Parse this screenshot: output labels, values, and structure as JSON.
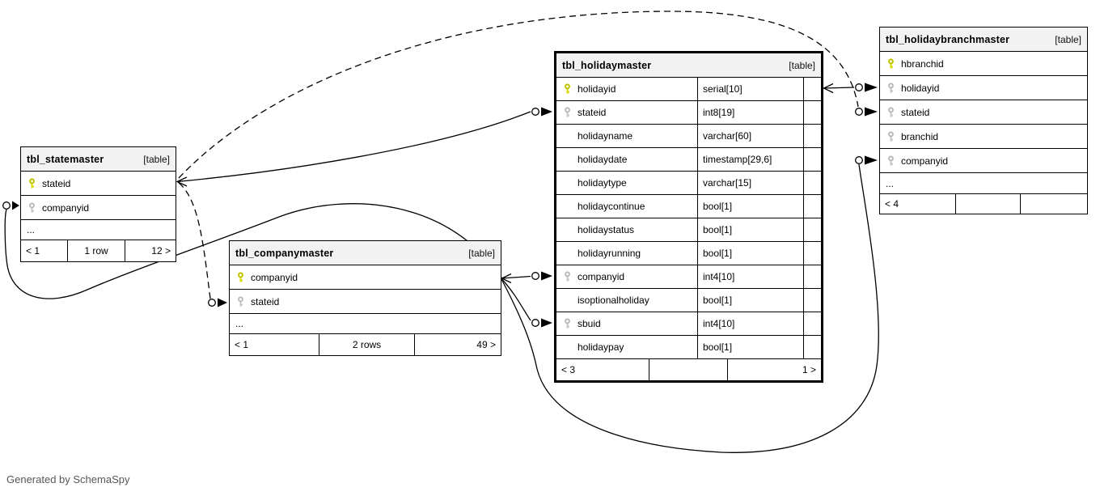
{
  "note": "Generated by SchemaSpy",
  "colors": {
    "pk_key": "#d9d900",
    "pk_key_dark": "#9a9a00",
    "fk_key": "#c6c6c6",
    "fk_key_dark": "#a8a8a8",
    "header_bg": "#f2f2f2",
    "line": "#000000"
  },
  "tables": [
    {
      "title": "tbl_statemaster",
      "tag": "[table]",
      "columns": [
        {
          "name": "stateid",
          "key": "pk"
        },
        {
          "name": "companyid",
          "key": "fk"
        }
      ],
      "ellipsis": "...",
      "footer": {
        "left": "< 1",
        "center": "1 row",
        "right": "12 >"
      }
    },
    {
      "title": "tbl_companymaster",
      "tag": "[table]",
      "columns": [
        {
          "name": "companyid",
          "key": "pk"
        },
        {
          "name": "stateid",
          "key": "fk"
        }
      ],
      "ellipsis": "...",
      "footer": {
        "left": "< 1",
        "center": "2 rows",
        "right": "49 >"
      }
    },
    {
      "title": "tbl_holidaymaster",
      "tag": "[table]",
      "columns": [
        {
          "name": "holidayid",
          "key": "pk",
          "type": "serial[10]"
        },
        {
          "name": "stateid",
          "key": "fk",
          "type": "int8[19]"
        },
        {
          "name": "holidayname",
          "key": "",
          "type": "varchar[60]"
        },
        {
          "name": "holidaydate",
          "key": "",
          "type": "timestamp[29,6]"
        },
        {
          "name": "holidaytype",
          "key": "",
          "type": "varchar[15]"
        },
        {
          "name": "holidaycontinue",
          "key": "",
          "type": "bool[1]"
        },
        {
          "name": "holidaystatus",
          "key": "",
          "type": "bool[1]"
        },
        {
          "name": "holidayrunning",
          "key": "",
          "type": "bool[1]"
        },
        {
          "name": "companyid",
          "key": "fk",
          "type": "int4[10]"
        },
        {
          "name": "isoptionalholiday",
          "key": "",
          "type": "bool[1]"
        },
        {
          "name": "sbuid",
          "key": "fk",
          "type": "int4[10]"
        },
        {
          "name": "holidaypay",
          "key": "",
          "type": "bool[1]"
        }
      ],
      "footer": {
        "left": "< 3",
        "center": "",
        "right": "1 >"
      }
    },
    {
      "title": "tbl_holidaybranchmaster",
      "tag": "[table]",
      "columns": [
        {
          "name": "hbranchid",
          "key": "pk"
        },
        {
          "name": "holidayid",
          "key": "fk"
        },
        {
          "name": "stateid",
          "key": "fk"
        },
        {
          "name": "branchid",
          "key": "fk"
        },
        {
          "name": "companyid",
          "key": "fk"
        }
      ],
      "ellipsis": "...",
      "footer": {
        "left": "< 4",
        "center": "",
        "right": ""
      }
    }
  ],
  "relationships": [
    {
      "from": "tbl_statemaster.stateid",
      "to": "tbl_holidaymaster.stateid",
      "type": "foreign-key"
    },
    {
      "from": "tbl_statemaster.stateid",
      "to": "tbl_companymaster.stateid",
      "type": "implied"
    },
    {
      "from": "tbl_statemaster.stateid",
      "to": "tbl_holidaybranchmaster.stateid",
      "type": "implied"
    },
    {
      "from": "tbl_companymaster.companyid",
      "to": "tbl_statemaster.companyid",
      "type": "foreign-key"
    },
    {
      "from": "tbl_companymaster.companyid",
      "to": "tbl_holidaymaster.companyid",
      "type": "foreign-key"
    },
    {
      "from": "tbl_companymaster.companyid",
      "to": "tbl_holidaymaster.sbuid",
      "type": "foreign-key"
    },
    {
      "from": "tbl_holidaymaster.holidayid",
      "to": "tbl_holidaybranchmaster.holidayid",
      "type": "foreign-key"
    },
    {
      "from": "tbl_companymaster.companyid",
      "to": "tbl_holidaybranchmaster.companyid",
      "type": "foreign-key"
    }
  ]
}
